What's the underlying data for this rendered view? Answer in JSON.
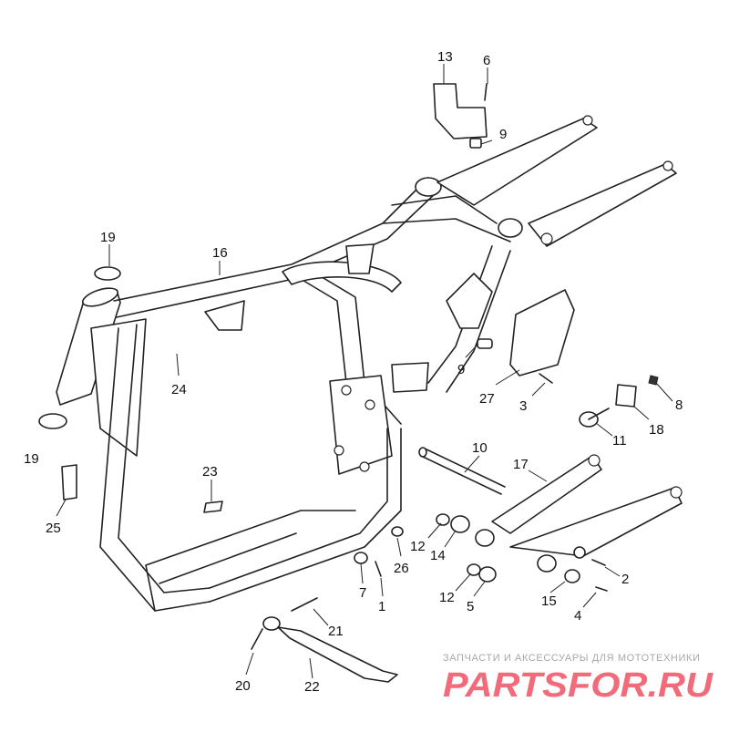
{
  "diagram": {
    "callouts": [
      {
        "id": "13",
        "label": "13"
      },
      {
        "id": "6",
        "label": "6"
      },
      {
        "id": "9a",
        "label": "9"
      },
      {
        "id": "9b",
        "label": "9"
      },
      {
        "id": "19a",
        "label": "19"
      },
      {
        "id": "19b",
        "label": "19"
      },
      {
        "id": "16",
        "label": "16"
      },
      {
        "id": "24",
        "label": "24"
      },
      {
        "id": "27",
        "label": "27"
      },
      {
        "id": "3",
        "label": "3"
      },
      {
        "id": "8",
        "label": "8"
      },
      {
        "id": "11",
        "label": "11"
      },
      {
        "id": "18",
        "label": "18"
      },
      {
        "id": "10",
        "label": "10"
      },
      {
        "id": "17",
        "label": "17"
      },
      {
        "id": "23",
        "label": "23"
      },
      {
        "id": "25",
        "label": "25"
      },
      {
        "id": "12a",
        "label": "12"
      },
      {
        "id": "14",
        "label": "14"
      },
      {
        "id": "26",
        "label": "26"
      },
      {
        "id": "7",
        "label": "7"
      },
      {
        "id": "1",
        "label": "1"
      },
      {
        "id": "12b",
        "label": "12"
      },
      {
        "id": "5",
        "label": "5"
      },
      {
        "id": "15",
        "label": "15"
      },
      {
        "id": "2",
        "label": "2"
      },
      {
        "id": "4",
        "label": "4"
      },
      {
        "id": "21",
        "label": "21"
      },
      {
        "id": "20",
        "label": "20"
      },
      {
        "id": "22",
        "label": "22"
      }
    ]
  },
  "watermark": {
    "caption": "ЗАПЧАСТИ И АКСЕССУАРЫ ДЛЯ МОТОТЕХНИКИ",
    "logo_text": "PARTSFOR.RU",
    "logo_color": "#f26b7a"
  }
}
